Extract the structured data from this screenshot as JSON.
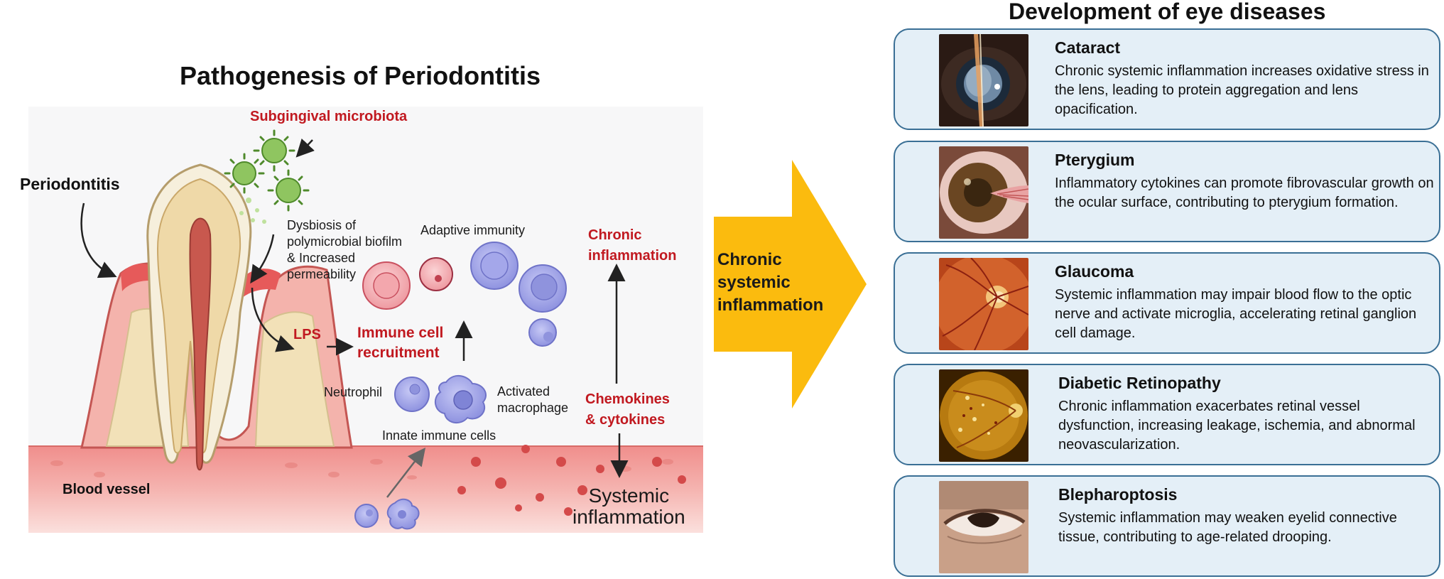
{
  "left": {
    "title": "Pathogenesis of Periodontitis",
    "subgingival": "Subgingival microbiota",
    "periodontitis": "Periodontitis",
    "dysbiosis_lines": [
      "Dysbiosis of",
      "polymicrobial biofilm",
      "& Increased",
      "permeability"
    ],
    "adaptive": "Adaptive immunity",
    "chronic_inflammation_lines": [
      "Chronic",
      "inflammation"
    ],
    "lps": "LPS",
    "immune_recruit_lines": [
      "Immune cell",
      "recruitment"
    ],
    "neutrophil": "Neutrophil",
    "macrophage_lines": [
      "Activated",
      "macrophage"
    ],
    "chemokines_lines": [
      "Chemokines",
      "& cytokines"
    ],
    "innate": "Innate immune cells",
    "blood_vessel": "Blood vessel",
    "systemic_lines": [
      "Systemic",
      "inflammation"
    ]
  },
  "center": {
    "arrow_label_lines": [
      "Chronic",
      "systemic",
      "inflammation"
    ],
    "arrow_color": "#fbbb0e"
  },
  "right": {
    "title": "Development of eye diseases",
    "cards": [
      {
        "title": "Cataract",
        "desc": "Chronic systemic inflammation increases oxidative stress in the lens, leading to protein aggregation and lens opacification.",
        "icon": "cataract-eye-photo"
      },
      {
        "title": "Pterygium",
        "desc": "Inflammatory cytokines can promote fibrovascular growth on the ocular surface, contributing to pterygium formation.",
        "icon": "pterygium-eye-photo"
      },
      {
        "title": "Glaucoma",
        "desc": "Systemic inflammation may impair blood flow to the optic nerve and activate microglia, accelerating retinal ganglion cell damage.",
        "icon": "glaucoma-fundus-photo"
      },
      {
        "title": "Diabetic Retinopathy",
        "desc": "Chronic inflammation exacerbates retinal vessel dysfunction, increasing leakage, ischemia, and abnormal neovascularization.",
        "icon": "retinopathy-fundus-photo"
      },
      {
        "title": "Blepharoptosis",
        "desc": "Systemic inflammation may weaken eyelid connective tissue, contributing to age-related drooping.",
        "icon": "blepharoptosis-eye-photo"
      }
    ],
    "card_border": "#3a6f95",
    "card_fill": "#e4eff7"
  },
  "colors": {
    "label_red": "#c11920",
    "cell_purple": "#9a9ee8",
    "cell_pink": "#f3a6ad",
    "gum": "#e9787a"
  }
}
